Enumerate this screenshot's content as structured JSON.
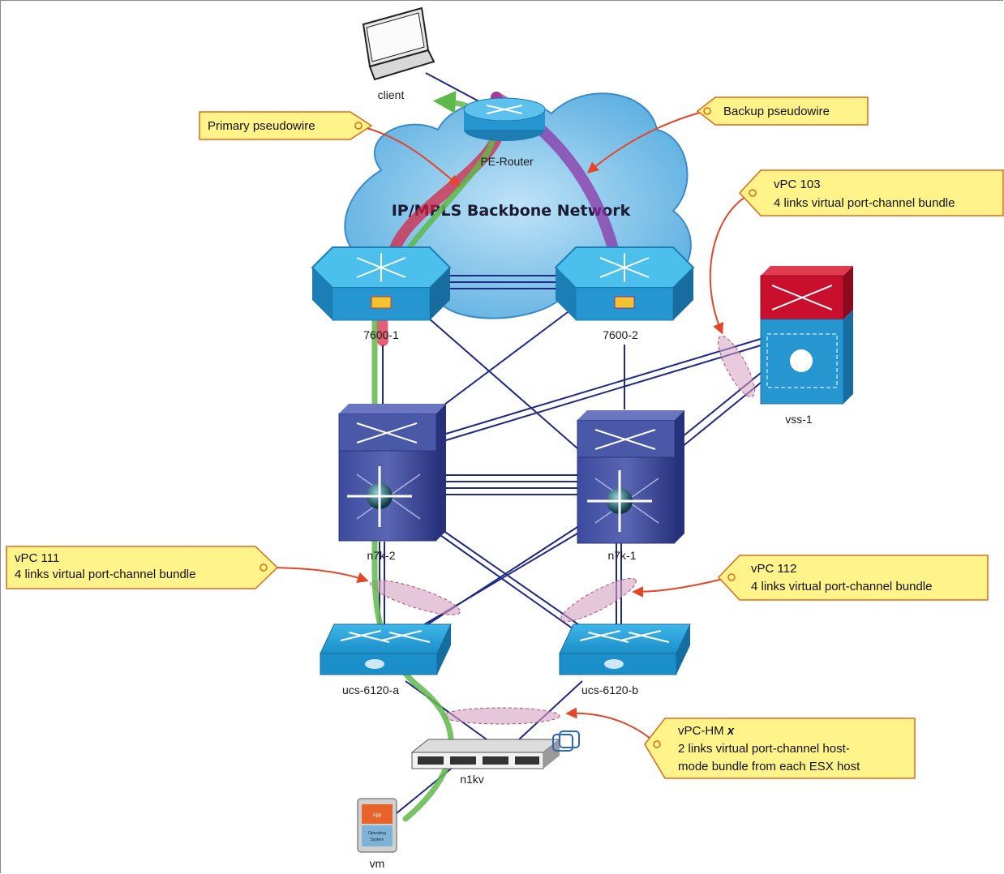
{
  "cloud": {
    "title": "IP/MPLS Backbone Network"
  },
  "devices": {
    "client": "client",
    "pe_router": "PE-Router",
    "r7600_1": "7600-1",
    "r7600_2": "7600-2",
    "vss": "vss-1",
    "n7k_2": "n7k-2",
    "n7k_1": "n7k-1",
    "ucs_a": "ucs-6120-a",
    "ucs_b": "ucs-6120-b",
    "n1kv": "n1kv",
    "vm": "vm",
    "vm_app": "App",
    "vm_os_line1": "Operating",
    "vm_os_line2": "System"
  },
  "callouts": {
    "primary": {
      "line1": "Primary pseudowire"
    },
    "backup": {
      "line1": "Backup pseudowire"
    },
    "vpc103": {
      "line1": "vPC 103",
      "line2": "4 links virtual port-channel bundle"
    },
    "vpc111": {
      "line1": "vPC 111",
      "line2": "4 links virtual port-channel bundle"
    },
    "vpc112": {
      "line1": "vPC 112",
      "line2": "4 links virtual port-channel bundle"
    },
    "vpchm": {
      "line1": "vPC-HM",
      "line1_var": "x",
      "line2": "2 links virtual port-channel host-",
      "line3": "mode bundle from each ESX host"
    }
  },
  "colors": {
    "link": "#1f2a86",
    "primary_path": "#d81b3a",
    "backup_path": "#8a2ca3",
    "flow_path": "#5fb84a",
    "callout_fill": "#fff38a",
    "callout_border": "#e06a1a",
    "callout_arrow": "#e2472a",
    "bundle_ellipse": "#b0507a",
    "cisco_blue": "#1e9fd6",
    "nexus_purple": "#2d3a8c",
    "vss_red": "#c8102e"
  }
}
